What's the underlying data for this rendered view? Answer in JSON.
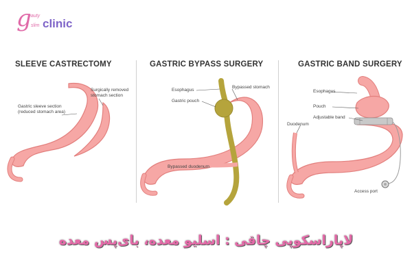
{
  "logo": {
    "g": "g",
    "eauty": "eauty",
    "slim": "slim",
    "clinic": "clinic"
  },
  "sections": {
    "sleeve": {
      "title": "SLEEVE CASTRECTOMY",
      "label_section": "Gastric sleeve section",
      "label_section2": "(reduced stomach area)",
      "label_removed": "Surgically removed",
      "label_removed2": "stomach section"
    },
    "bypass": {
      "title": "GASTRIC BYPASS SURGERY",
      "label_esophagus": "Esophagus",
      "label_pouch": "Gastric pouch",
      "label_bypassed_stomach": "Bypassed stomach",
      "label_duodenum": "Bypassed duodenum"
    },
    "band": {
      "title": "GASTRIC BAND SURGERY",
      "label_esophagus": "Esophagus",
      "label_pouch": "Pouch",
      "label_band": "Adjustable band",
      "label_duodenum": "Duodenum",
      "label_port": "Access port"
    }
  },
  "caption": "لاپاراسکوپی چاقی :  اسلیو معده، بای‌پس معده",
  "colors": {
    "stomach_fill": "#f6a7a5",
    "stomach_outline": "#e27f7d",
    "esophagus": "#b5a43c",
    "band": "#c9c9c9",
    "caption": "#e46aa8",
    "logo_pink": "#e06aa8",
    "logo_purple": "#7e64c8"
  }
}
